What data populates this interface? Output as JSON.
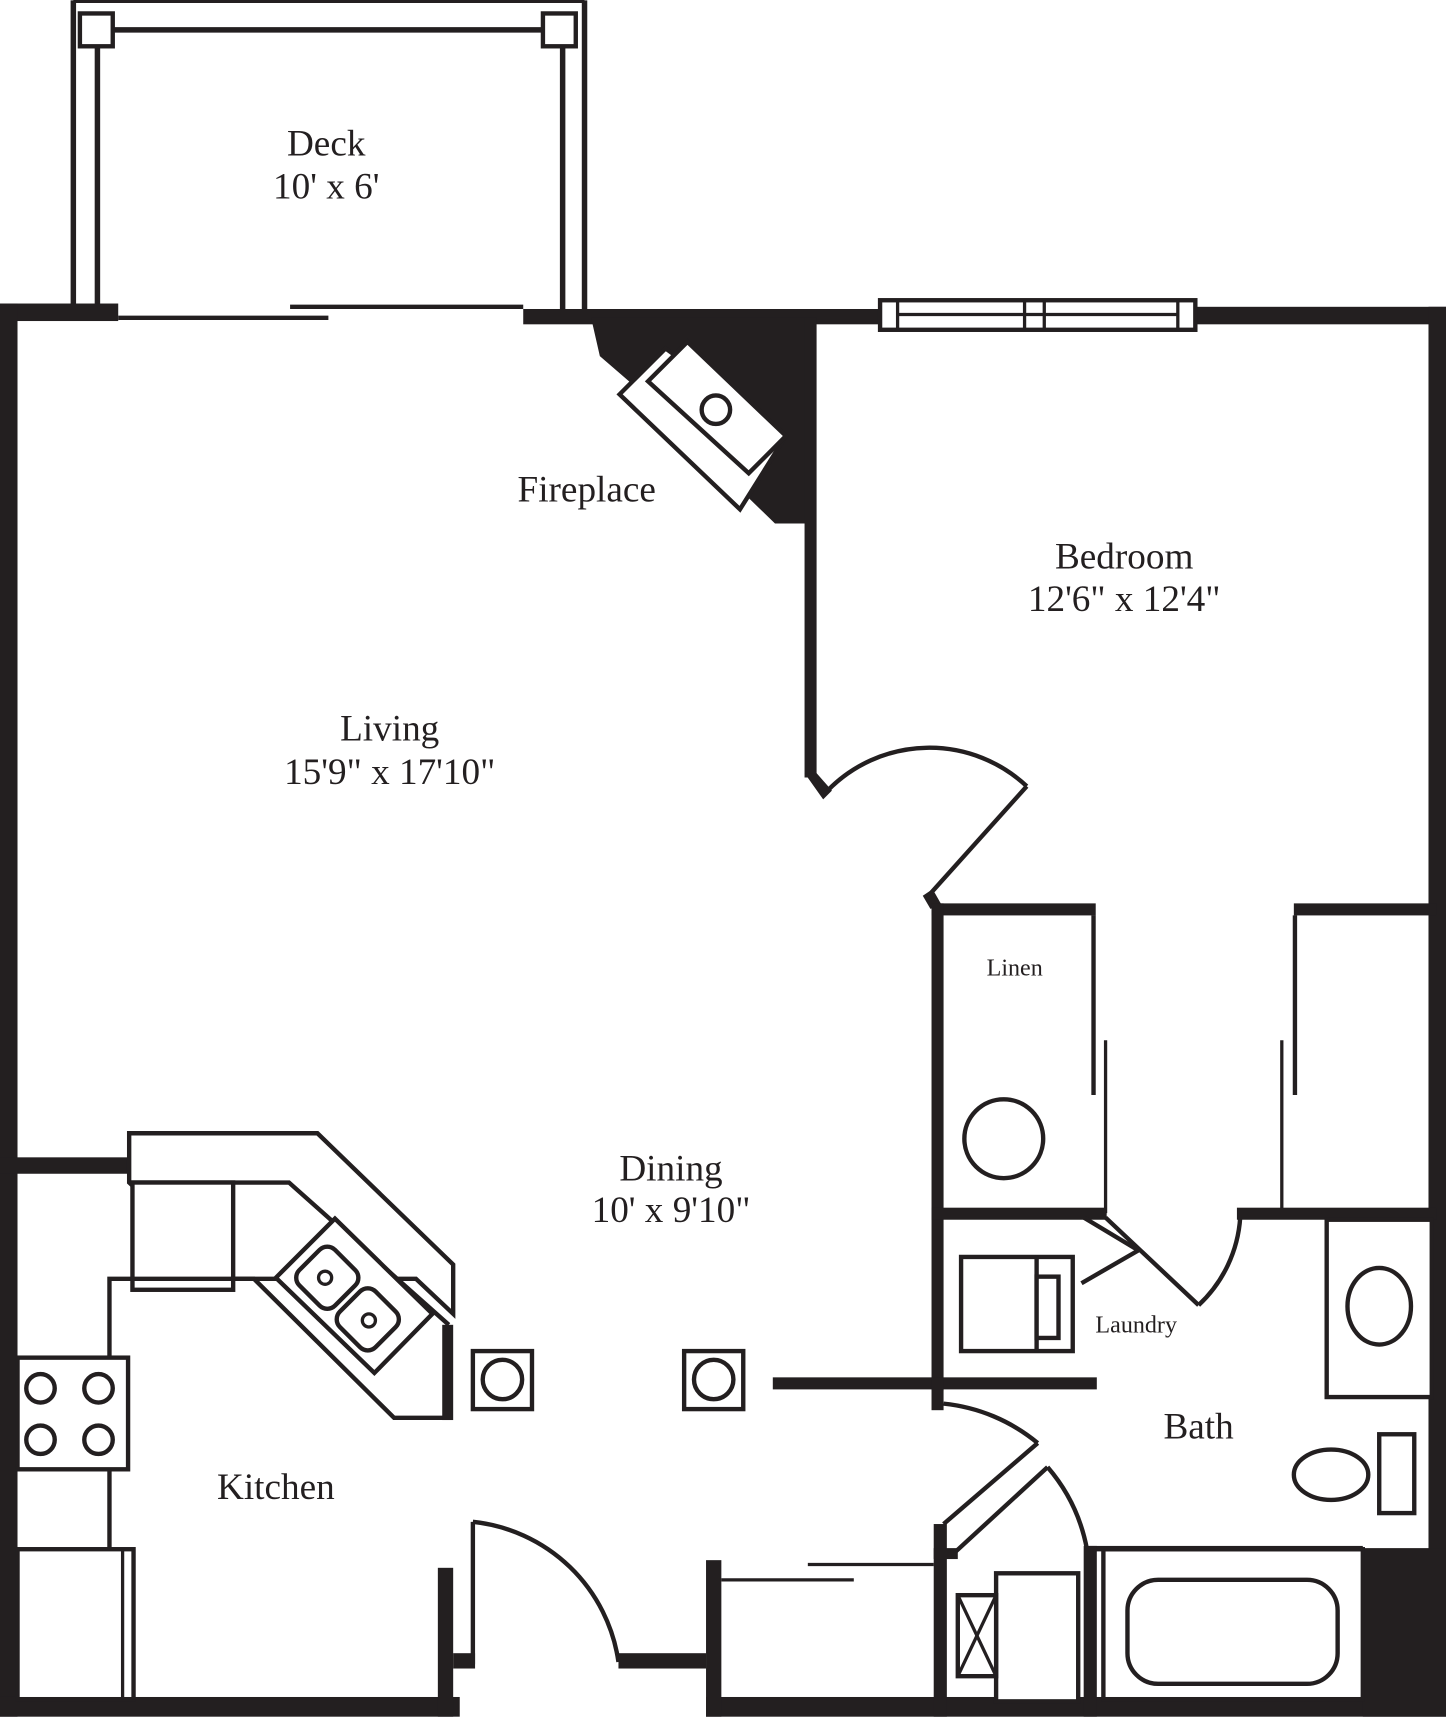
{
  "floorplan": {
    "rooms": [
      {
        "id": "deck",
        "name": "Deck",
        "dimensions": "10' x 6'"
      },
      {
        "id": "fireplace",
        "name": "Fireplace",
        "dimensions": ""
      },
      {
        "id": "bedroom",
        "name": "Bedroom",
        "dimensions": "12'6\" x 12'4\""
      },
      {
        "id": "living",
        "name": "Living",
        "dimensions": "15'9\" x 17'10\""
      },
      {
        "id": "linen",
        "name": "Linen",
        "dimensions": ""
      },
      {
        "id": "dining",
        "name": "Dining",
        "dimensions": "10' x 9'10\""
      },
      {
        "id": "laundry",
        "name": "Laundry",
        "dimensions": ""
      },
      {
        "id": "bath",
        "name": "Bath",
        "dimensions": ""
      },
      {
        "id": "kitchen",
        "name": "Kitchen",
        "dimensions": ""
      }
    ],
    "colors": {
      "wall": "#231f20",
      "background": "#ffffff"
    }
  }
}
